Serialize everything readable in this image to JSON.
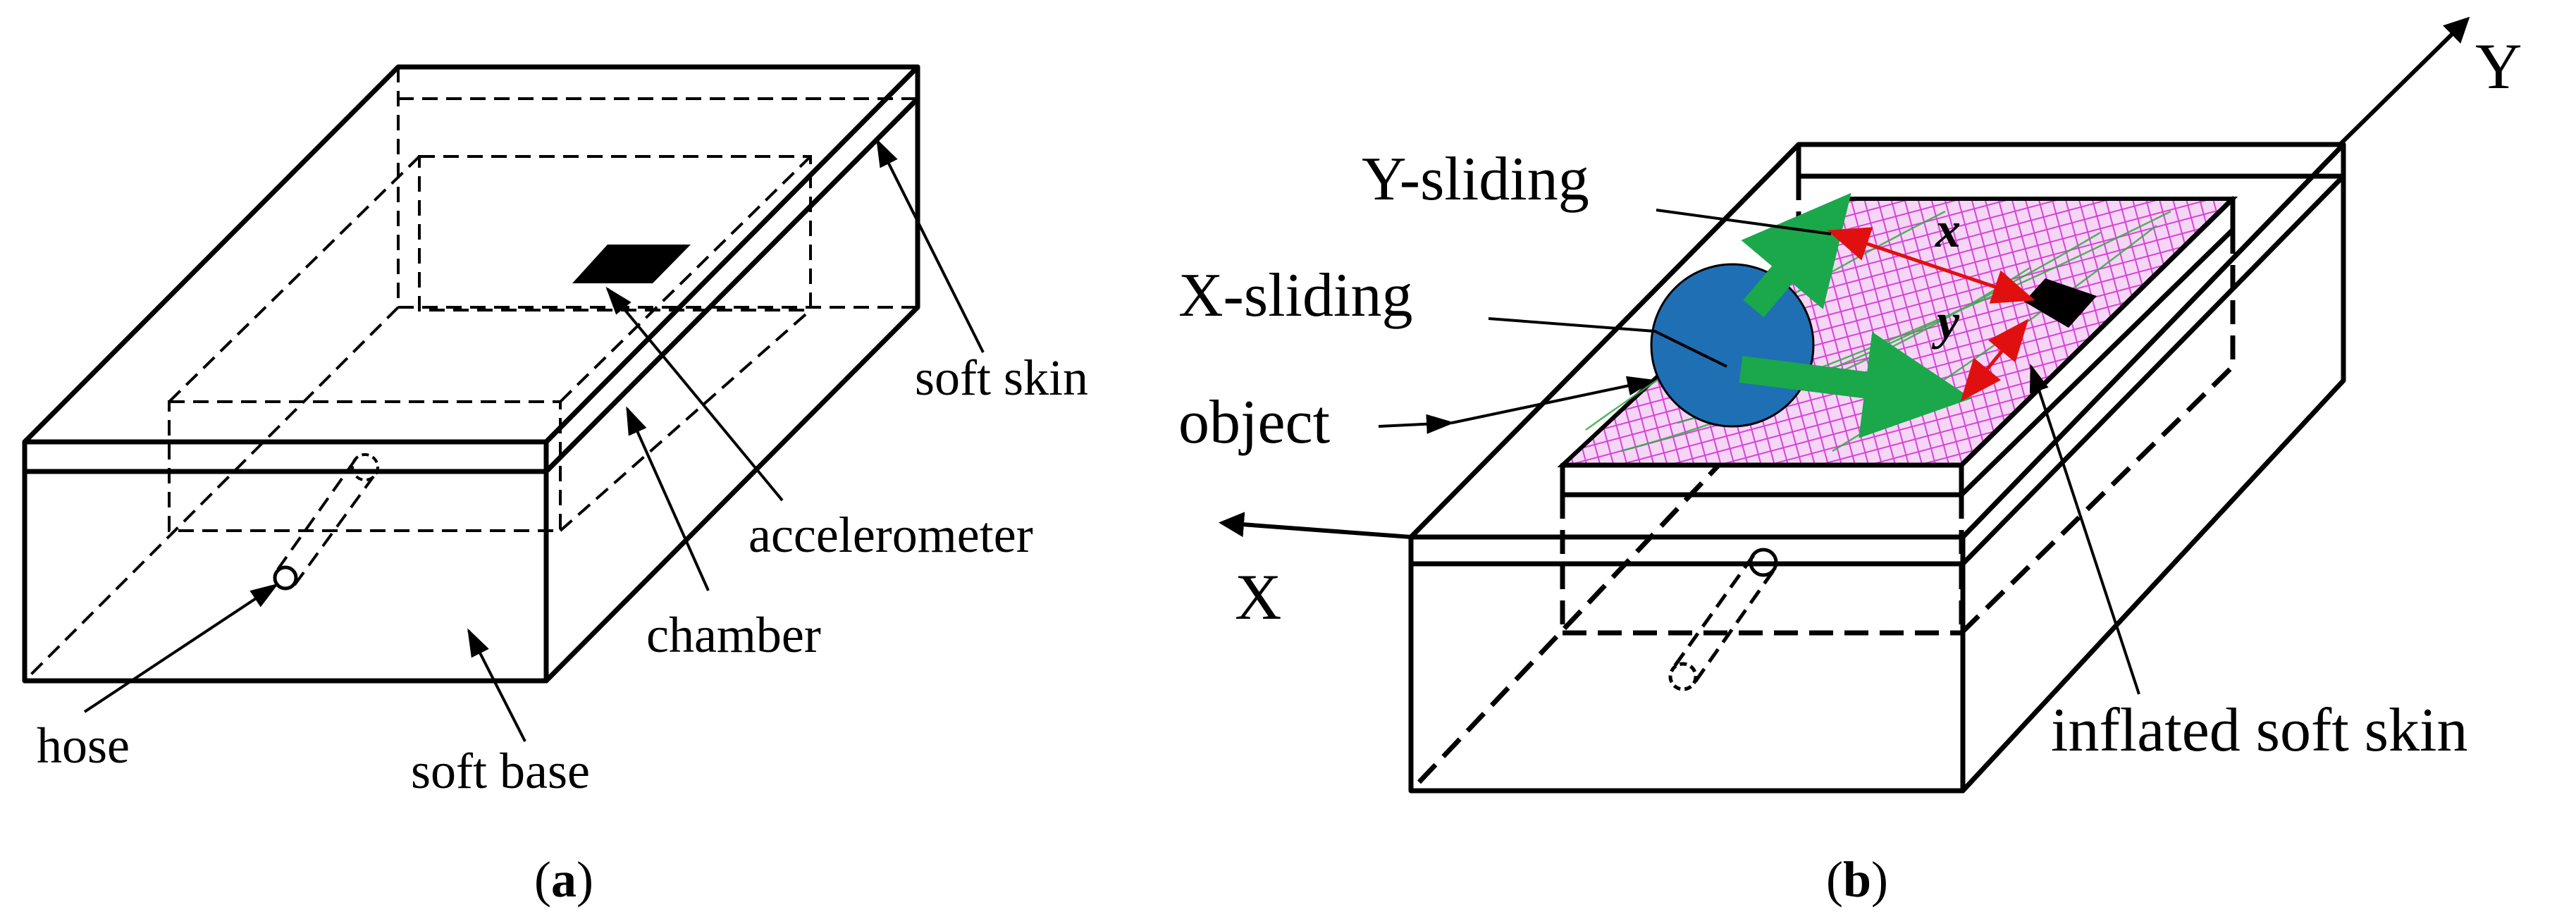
{
  "panel_a": {
    "labels": {
      "soft_skin": "soft skin",
      "accelerometer": "accelerometer",
      "chamber": "chamber",
      "hose": "hose",
      "soft_base": "soft base"
    },
    "caption": {
      "open": "(",
      "letter": "a",
      "close": ")"
    }
  },
  "panel_b": {
    "labels": {
      "y_sliding": "Y-sliding",
      "x_sliding": "X-sliding",
      "object": "object",
      "inflated_soft_skin": "inflated soft skin"
    },
    "axes": {
      "x": "X",
      "y": "Y"
    },
    "distances": {
      "x": "x",
      "y": "y"
    },
    "caption": {
      "open": "(",
      "letter": "b",
      "close": ")"
    }
  },
  "colors": {
    "object": "#1f6fb5",
    "sliding_arrow": "#1aa84a",
    "distance_arrow": "#e01010",
    "mesh": "#d640d6",
    "mesh_fill": "#f6d6f6",
    "mesh_line_green": "#3aa84a"
  }
}
